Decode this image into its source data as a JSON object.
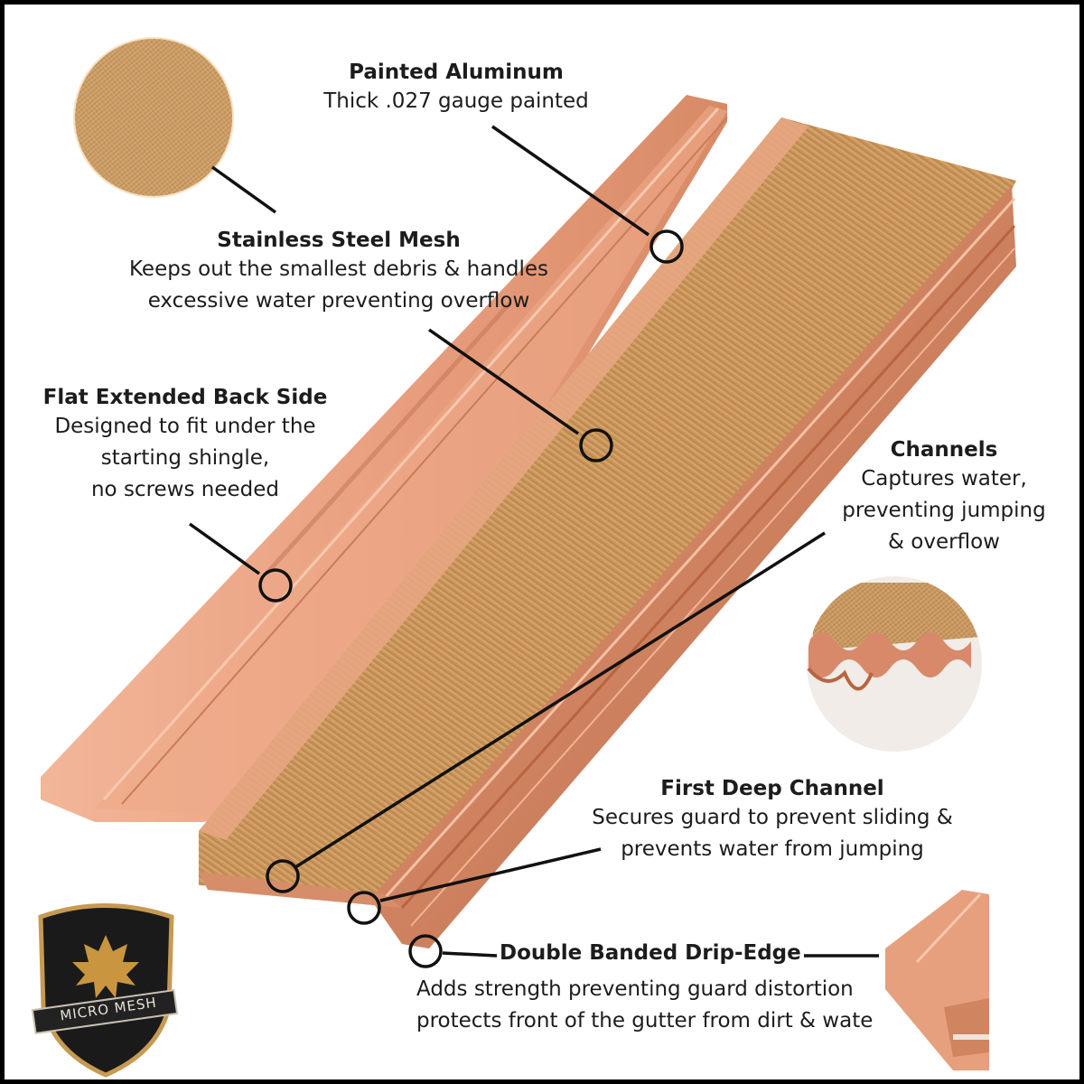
{
  "callouts": {
    "painted_aluminum": {
      "title": "Painted Aluminum",
      "body": "Thick .027 gauge painted"
    },
    "stainless_mesh": {
      "title": "Stainless Steel Mesh",
      "body": "Keeps out the smallest debris & handles\nexcessive water preventing overflow"
    },
    "flat_back": {
      "title": "Flat Extended Back Side",
      "body": "Designed to fit under the\nstarting shingle,\nno screws needed"
    },
    "channels": {
      "title": "Channels",
      "body": "Captures water,\npreventing jumping\n& overflow"
    },
    "first_deep": {
      "title": "First Deep Channel",
      "body": "Secures guard to prevent sliding &\nprevents water from jumping"
    },
    "drip_edge": {
      "title": "Double Banded Drip-Edge",
      "body": "Adds strength preventing guard distortion\nprotects front of the gutter from dirt & water"
    }
  },
  "logo": {
    "text": "MICRO MESH"
  },
  "colors": {
    "copper": "#e8a07e",
    "copper_dark": "#c77b57",
    "mesh": "#c9955a",
    "ink": "#111111"
  }
}
